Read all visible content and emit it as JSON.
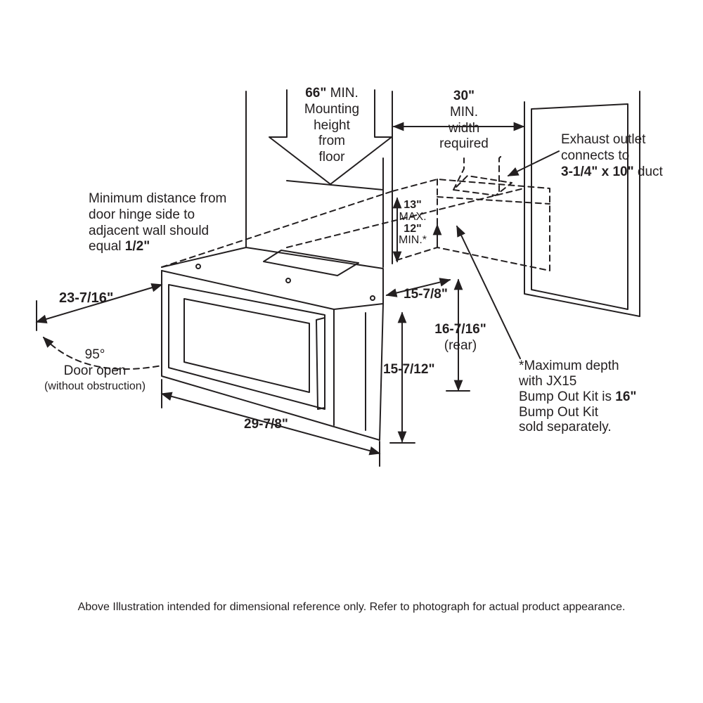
{
  "mount_height": {
    "bold": "66\"",
    "rest": "MIN.",
    "lines": [
      "Mounting",
      "height",
      "from",
      "floor"
    ]
  },
  "width_req": {
    "bold": "30\"",
    "lines": [
      "MIN.",
      "width",
      "required"
    ]
  },
  "exhaust": {
    "line1": "Exhaust outlet",
    "line2": "connects to",
    "bold": "3-1/4\" x 10\"",
    "rest": "duct"
  },
  "hinge": {
    "lines": [
      "Minimum distance from",
      "door hinge side to",
      "adjacent wall should"
    ],
    "last_prefix": "equal",
    "last_bold": "1/2\""
  },
  "clearance": {
    "max_val": "13\"",
    "max_label": "MAX.",
    "min_val": "12\"",
    "min_label": "MIN.*"
  },
  "dims": {
    "door_swing": "23-7/16\"",
    "depth_top": "15-7/8\"",
    "height_rear": "16-7/16\"",
    "rear_label": "(rear)",
    "height_front": "15-7/12\"",
    "width": "29-7/8\""
  },
  "door": {
    "angle": "95°",
    "label": "Door open",
    "note": "(without obstruction)"
  },
  "bumpout": {
    "line1": "*Maximum depth",
    "line2": "with JX15",
    "line3_prefix": "Bump Out Kit is",
    "line3_bold": "16\"",
    "line4": "Bump Out Kit",
    "line5": "sold separately."
  },
  "footer": "Above Illustration intended for dimensional reference only. Refer to photograph for actual product appearance."
}
